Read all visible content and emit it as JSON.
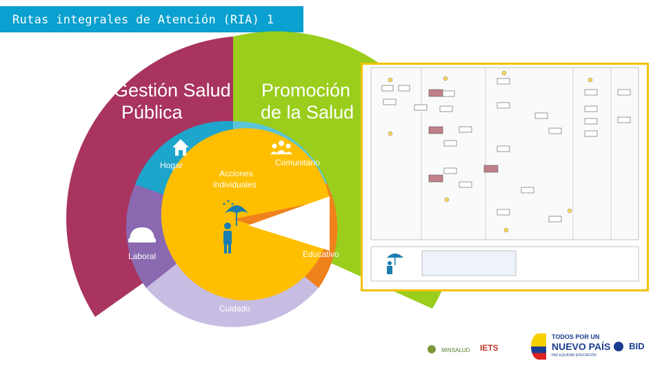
{
  "title": "Rutas integrales de Atención (RIA) 1",
  "segments": {
    "gestion": "Gestión Salud\nPública",
    "promocion": "Promoción\nde la Salud",
    "hogar": "Hogar",
    "comunitario": "Comunitario",
    "acciones": "Acciones\nindividuales",
    "laboral": "Laboral",
    "educativo": "Educativo",
    "cuidado": "Cuidado"
  },
  "colors": {
    "title_bar": "#0aa0cf",
    "gestion": "#a8345f",
    "promocion": "#9acd1c",
    "hogar": "#1ea5cc",
    "comunitario": "#5bc4d6",
    "educativo": "#f0821e",
    "laboral": "#8a69b1",
    "cuidado": "#c7bde2",
    "center": "#ffbf00",
    "flow_border": "#f2c200"
  },
  "logos": {
    "minsalud": "MINSALUD",
    "iets": "IETS",
    "gov_line1": "TODOS POR UN",
    "gov_line2": "NUEVO PAÍS",
    "gov_line3": "PAZ  EQUIDAD  EDUCACIÓN",
    "bid": "BID"
  }
}
